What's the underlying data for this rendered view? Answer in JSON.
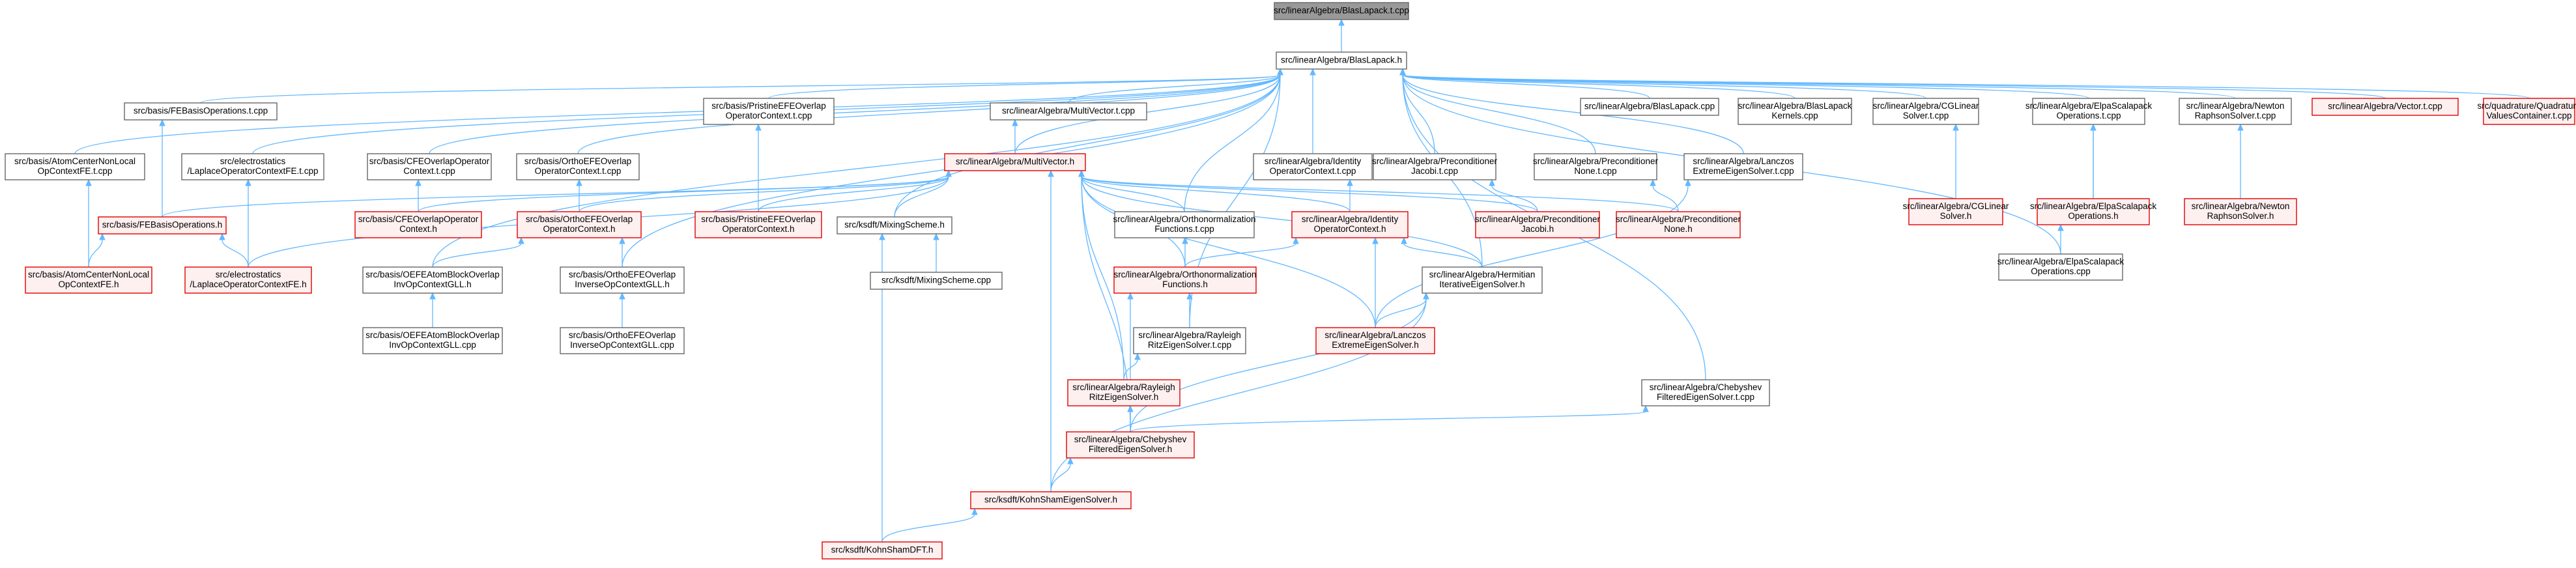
{
  "graph_title": "src/linearAlgebra/BlasLapack.h",
  "colors": {
    "edge": "#63b8ff",
    "border_default": "#666666",
    "border_red": "#e00000",
    "fill_red": "#fff0f0",
    "fill_selected": "#999999"
  },
  "nodes": {
    "blas_t": {
      "lines": [
        "src/linearAlgebra/BlasLapack.t.cpp"
      ],
      "style": "gray"
    },
    "blas_h": {
      "lines": [
        "src/linearAlgebra/BlasLapack.h"
      ],
      "style": "black"
    },
    "fe_ops_t": {
      "lines": [
        "src/basis/FEBasisOperations.t.cpp"
      ],
      "style": "black"
    },
    "atom_fe_t": {
      "lines": [
        "src/basis/AtomCenterNonLocal",
        "OpContextFE.t.cpp"
      ],
      "style": "black"
    },
    "elec_lap_t": {
      "lines": [
        "src/electrostatics",
        "/LaplaceOperatorContextFE.t.cpp"
      ],
      "style": "black"
    },
    "cfe_t": {
      "lines": [
        "src/basis/CFEOverlapOperator",
        "Context.t.cpp"
      ],
      "style": "black"
    },
    "ortho_t": {
      "lines": [
        "src/basis/OrthoEFEOverlap",
        "OperatorContext.t.cpp"
      ],
      "style": "black"
    },
    "pristine_t": {
      "lines": [
        "src/basis/PristineEFEOverlap",
        "OperatorContext.t.cpp"
      ],
      "style": "black"
    },
    "multivec_t": {
      "lines": [
        "src/linearAlgebra/MultiVector.t.cpp"
      ],
      "style": "black"
    },
    "identity_t": {
      "lines": [
        "src/linearAlgebra/Identity",
        "OperatorContext.t.cpp"
      ],
      "style": "black"
    },
    "precjac_t": {
      "lines": [
        "src/linearAlgebra/Preconditioner",
        "Jacobi.t.cpp"
      ],
      "style": "black"
    },
    "precnone_t": {
      "lines": [
        "src/linearAlgebra/Preconditioner",
        "None.t.cpp"
      ],
      "style": "black"
    },
    "lanczos_t": {
      "lines": [
        "src/linearAlgebra/Lanczos",
        "ExtremeEigenSolver.t.cpp"
      ],
      "style": "black"
    },
    "blas_cpp": {
      "lines": [
        "src/linearAlgebra/BlasLapack.cpp"
      ],
      "style": "black"
    },
    "blas_kern": {
      "lines": [
        "src/linearAlgebra/BlasLapack",
        "Kernels.cpp"
      ],
      "style": "black"
    },
    "cg_t": {
      "lines": [
        "src/linearAlgebra/CGLinear",
        "Solver.t.cpp"
      ],
      "style": "black"
    },
    "elpa_t": {
      "lines": [
        "src/linearAlgebra/ElpaScalapack",
        "Operations.t.cpp"
      ],
      "style": "black"
    },
    "newton_t": {
      "lines": [
        "src/linearAlgebra/Newton",
        "RaphsonSolver.t.cpp"
      ],
      "style": "black"
    },
    "vector_t": {
      "lines": [
        "src/linearAlgebra/Vector.t.cpp"
      ],
      "style": "red"
    },
    "quad_t": {
      "lines": [
        "src/quadrature/Quadrature",
        "ValuesContainer.t.cpp"
      ],
      "style": "red"
    },
    "multivec_h": {
      "lines": [
        "src/linearAlgebra/MultiVector.h"
      ],
      "style": "red"
    },
    "fe_ops_h": {
      "lines": [
        "src/basis/FEBasisOperations.h"
      ],
      "style": "red"
    },
    "cfe_h": {
      "lines": [
        "src/basis/CFEOverlapOperator",
        "Context.h"
      ],
      "style": "red"
    },
    "ortho_h": {
      "lines": [
        "src/basis/OrthoEFEOverlap",
        "OperatorContext.h"
      ],
      "style": "red"
    },
    "pristine_h": {
      "lines": [
        "src/basis/PristineEFEOverlap",
        "OperatorContext.h"
      ],
      "style": "red"
    },
    "mixing_h": {
      "lines": [
        "src/ksdft/MixingScheme.h"
      ],
      "style": "black"
    },
    "orthonorm_t": {
      "lines": [
        "src/linearAlgebra/Orthonormalization",
        "Functions.t.cpp"
      ],
      "style": "black"
    },
    "identity_h": {
      "lines": [
        "src/linearAlgebra/Identity",
        "OperatorContext.h"
      ],
      "style": "red"
    },
    "precjac_h": {
      "lines": [
        "src/linearAlgebra/Preconditioner",
        "Jacobi.h"
      ],
      "style": "red"
    },
    "precnone_h": {
      "lines": [
        "src/linearAlgebra/Preconditioner",
        "None.h"
      ],
      "style": "red"
    },
    "cg_h": {
      "lines": [
        "src/linearAlgebra/CGLinear",
        "Solver.h"
      ],
      "style": "red"
    },
    "elpa_h": {
      "lines": [
        "src/linearAlgebra/ElpaScalapack",
        "Operations.h"
      ],
      "style": "red"
    },
    "newton_h": {
      "lines": [
        "src/linearAlgebra/Newton",
        "RaphsonSolver.h"
      ],
      "style": "red"
    },
    "atom_fe_h": {
      "lines": [
        "src/basis/AtomCenterNonLocal",
        "OpContextFE.h"
      ],
      "style": "red"
    },
    "elec_lap_h": {
      "lines": [
        "src/electrostatics",
        "/LaplaceOperatorContextFE.h"
      ],
      "style": "red"
    },
    "oefe_h": {
      "lines": [
        "src/basis/OEFEAtomBlockOverlap",
        "InvOpContextGLL.h"
      ],
      "style": "black"
    },
    "orthoinv_h": {
      "lines": [
        "src/basis/OrthoEFEOverlap",
        "InverseOpContextGLL.h"
      ],
      "style": "black"
    },
    "mixing_cpp": {
      "lines": [
        "src/ksdft/MixingScheme.cpp"
      ],
      "style": "black"
    },
    "orthonorm_h": {
      "lines": [
        "src/linearAlgebra/Orthonormalization",
        "Functions.h"
      ],
      "style": "red"
    },
    "hermitian_h": {
      "lines": [
        "src/linearAlgebra/Hermitian",
        "IterativeEigenSolver.h"
      ],
      "style": "black"
    },
    "elpa_cpp": {
      "lines": [
        "src/linearAlgebra/ElpaScalapack",
        "Operations.cpp"
      ],
      "style": "black"
    },
    "oefe_cpp": {
      "lines": [
        "src/basis/OEFEAtomBlockOverlap",
        "InvOpContextGLL.cpp"
      ],
      "style": "black"
    },
    "orthoinv_cpp": {
      "lines": [
        "src/basis/OrthoEFEOverlap",
        "InverseOpContextGLL.cpp"
      ],
      "style": "black"
    },
    "rayleigh_t": {
      "lines": [
        "src/linearAlgebra/Rayleigh",
        "RitzEigenSolver.t.cpp"
      ],
      "style": "black"
    },
    "lanczos_h": {
      "lines": [
        "src/linearAlgebra/Lanczos",
        "ExtremeEigenSolver.h"
      ],
      "style": "red"
    },
    "rayleigh_h": {
      "lines": [
        "src/linearAlgebra/Rayleigh",
        "RitzEigenSolver.h"
      ],
      "style": "red"
    },
    "cheby_t": {
      "lines": [
        "src/linearAlgebra/Chebyshev",
        "FilteredEigenSolver.t.cpp"
      ],
      "style": "black"
    },
    "cheby_h": {
      "lines": [
        "src/linearAlgebra/Chebyshev",
        "FilteredEigenSolver.h"
      ],
      "style": "red"
    },
    "ks_solver_h": {
      "lines": [
        "src/ksdft/KohnShamEigenSolver.h"
      ],
      "style": "red"
    },
    "ks_dft_h": {
      "lines": [
        "src/ksdft/KohnShamDFT.h"
      ],
      "style": "red"
    }
  },
  "edges": [
    [
      "blas_h",
      "blas_t"
    ],
    [
      "fe_ops_t",
      "blas_h"
    ],
    [
      "atom_fe_t",
      "blas_h"
    ],
    [
      "elec_lap_t",
      "blas_h"
    ],
    [
      "cfe_t",
      "blas_h"
    ],
    [
      "ortho_t",
      "blas_h"
    ],
    [
      "pristine_t",
      "blas_h"
    ],
    [
      "multivec_t",
      "blas_h"
    ],
    [
      "identity_t",
      "blas_h"
    ],
    [
      "precjac_t",
      "blas_h"
    ],
    [
      "precnone_t",
      "blas_h"
    ],
    [
      "lanczos_t",
      "blas_h"
    ],
    [
      "blas_cpp",
      "blas_h"
    ],
    [
      "blas_kern",
      "blas_h"
    ],
    [
      "cg_t",
      "blas_h"
    ],
    [
      "elpa_t",
      "blas_h"
    ],
    [
      "newton_t",
      "blas_h"
    ],
    [
      "vector_t",
      "blas_h"
    ],
    [
      "quad_t",
      "blas_h"
    ],
    [
      "multivec_h",
      "blas_h"
    ],
    [
      "mixing_h",
      "blas_h"
    ],
    [
      "orthonorm_t",
      "blas_h"
    ],
    [
      "hermitian_h",
      "blas_h"
    ],
    [
      "elpa_cpp",
      "blas_h"
    ],
    [
      "oefe_h",
      "blas_h"
    ],
    [
      "orthoinv_h",
      "blas_h"
    ],
    [
      "rayleigh_t",
      "blas_h"
    ],
    [
      "cheby_t",
      "blas_h"
    ],
    [
      "fe_ops_h",
      "fe_ops_t"
    ],
    [
      "atom_fe_h",
      "atom_fe_t"
    ],
    [
      "elec_lap_h",
      "elec_lap_t"
    ],
    [
      "cfe_h",
      "cfe_t"
    ],
    [
      "ortho_h",
      "ortho_t"
    ],
    [
      "pristine_h",
      "pristine_t"
    ],
    [
      "multivec_h",
      "multivec_t"
    ],
    [
      "identity_h",
      "identity_t"
    ],
    [
      "precjac_h",
      "precjac_t"
    ],
    [
      "precnone_h",
      "precnone_t"
    ],
    [
      "lanczos_h",
      "lanczos_t"
    ],
    [
      "cg_h",
      "cg_t"
    ],
    [
      "elpa_h",
      "elpa_t"
    ],
    [
      "newton_h",
      "newton_t"
    ],
    [
      "fe_ops_h",
      "multivec_h"
    ],
    [
      "cfe_h",
      "multivec_h"
    ],
    [
      "ortho_h",
      "multivec_h"
    ],
    [
      "pristine_h",
      "multivec_h"
    ],
    [
      "mixing_h",
      "multivec_h"
    ],
    [
      "orthonorm_t",
      "multivec_h"
    ],
    [
      "identity_h",
      "multivec_h"
    ],
    [
      "precjac_h",
      "multivec_h"
    ],
    [
      "precnone_h",
      "multivec_h"
    ],
    [
      "elec_lap_h",
      "multivec_h"
    ],
    [
      "orthonorm_h",
      "multivec_h"
    ],
    [
      "hermitian_h",
      "multivec_h"
    ],
    [
      "lanczos_h",
      "multivec_h"
    ],
    [
      "rayleigh_h",
      "multivec_h"
    ],
    [
      "cheby_h",
      "multivec_h"
    ],
    [
      "ks_solver_h",
      "multivec_h"
    ],
    [
      "atom_fe_h",
      "fe_ops_h"
    ],
    [
      "elec_lap_h",
      "fe_ops_h"
    ],
    [
      "oefe_h",
      "ortho_h"
    ],
    [
      "orthoinv_h",
      "ortho_h"
    ],
    [
      "mixing_cpp",
      "mixing_h"
    ],
    [
      "ks_dft_h",
      "mixing_h"
    ],
    [
      "orthonorm_h",
      "orthonorm_t"
    ],
    [
      "orthonorm_h",
      "identity_h"
    ],
    [
      "hermitian_h",
      "identity_h"
    ],
    [
      "lanczos_h",
      "identity_h"
    ],
    [
      "elpa_cpp",
      "elpa_h"
    ],
    [
      "elpa_h",
      "elpa_t"
    ],
    [
      "oefe_cpp",
      "oefe_h"
    ],
    [
      "orthoinv_cpp",
      "orthoinv_h"
    ],
    [
      "rayleigh_t",
      "orthonorm_h"
    ],
    [
      "rayleigh_h",
      "rayleigh_t"
    ],
    [
      "lanczos_h",
      "hermitian_h"
    ],
    [
      "cheby_h",
      "hermitian_h"
    ],
    [
      "ks_solver_h",
      "hermitian_h"
    ],
    [
      "cheby_h",
      "rayleigh_h"
    ],
    [
      "cheby_h",
      "cheby_t"
    ],
    [
      "cheby_h",
      "orthonorm_h"
    ],
    [
      "ks_solver_h",
      "cheby_h"
    ],
    [
      "ks_dft_h",
      "ks_solver_h"
    ]
  ]
}
